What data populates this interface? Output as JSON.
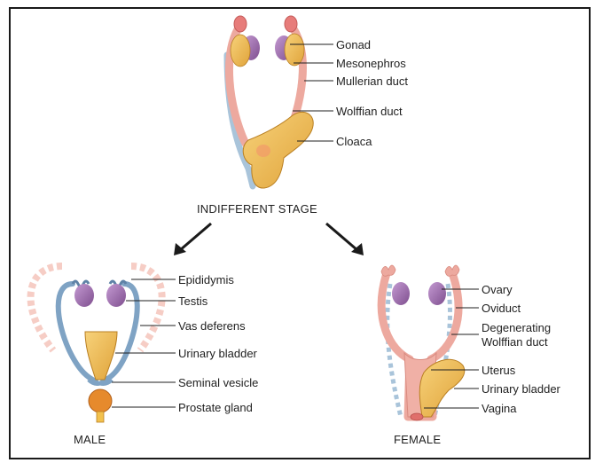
{
  "indifferent": {
    "stage_label": "INDIFFERENT STAGE",
    "labels": {
      "gonad": "Gonad",
      "mesonephros": "Mesonephros",
      "mullerian_duct": "Mullerian duct",
      "wolffian_duct": "Wolffian duct",
      "cloaca": "Cloaca"
    }
  },
  "male": {
    "stage_label": "MALE",
    "labels": {
      "epididymis": "Epididymis",
      "testis": "Testis",
      "vas_deferens": "Vas deferens",
      "urinary_bladder": "Urinary bladder",
      "seminal_vesicle": "Seminal vesicle",
      "prostate_gland": "Prostate gland"
    }
  },
  "female": {
    "stage_label": "FEMALE",
    "labels": {
      "ovary": "Ovary",
      "oviduct": "Oviduct",
      "degenerating_wolffian_line1": "Degenerating",
      "degenerating_wolffian_line2": "Wolffian duct",
      "uterus": "Uterus",
      "urinary_bladder": "Urinary bladder",
      "vagina": "Vagina"
    }
  },
  "colors": {
    "mullerian": "#eda99f",
    "wolffian": "#a9c4da",
    "gonad": "#f2b24a",
    "mesonephros": "#9b67aa",
    "cloaca": "#f2c14d",
    "prostate": "#e68a2c"
  }
}
